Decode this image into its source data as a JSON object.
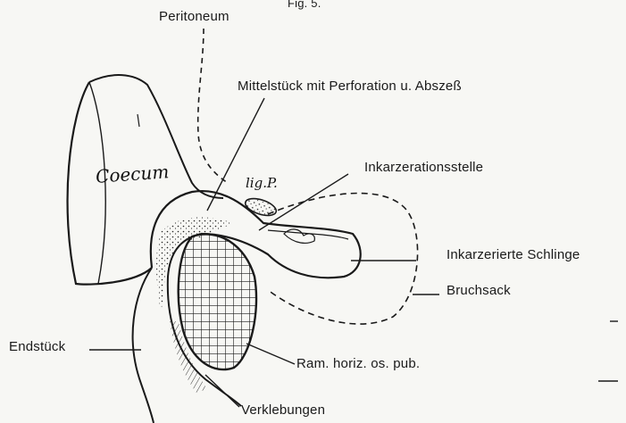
{
  "figure": {
    "caption": "Fig. 5."
  },
  "labels": {
    "peritoneum": "Peritoneum",
    "mittelstueck": "Mittelstück mit Perforation u. Abszeß",
    "inkarzerationsstelle": "Inkarzerationsstelle",
    "inkarzerierte_schlinge": "Inkarzerierte Schlinge",
    "bruchsack": "Bruchsack",
    "endstueck": "Endstück",
    "ramus": "Ram. horiz. os. pub.",
    "verklebungen": "Verklebungen",
    "coecum": "Coecum",
    "lig_p": "lig.P."
  },
  "colors": {
    "ink": "#1a1a1a",
    "paper": "#f7f7f4"
  }
}
